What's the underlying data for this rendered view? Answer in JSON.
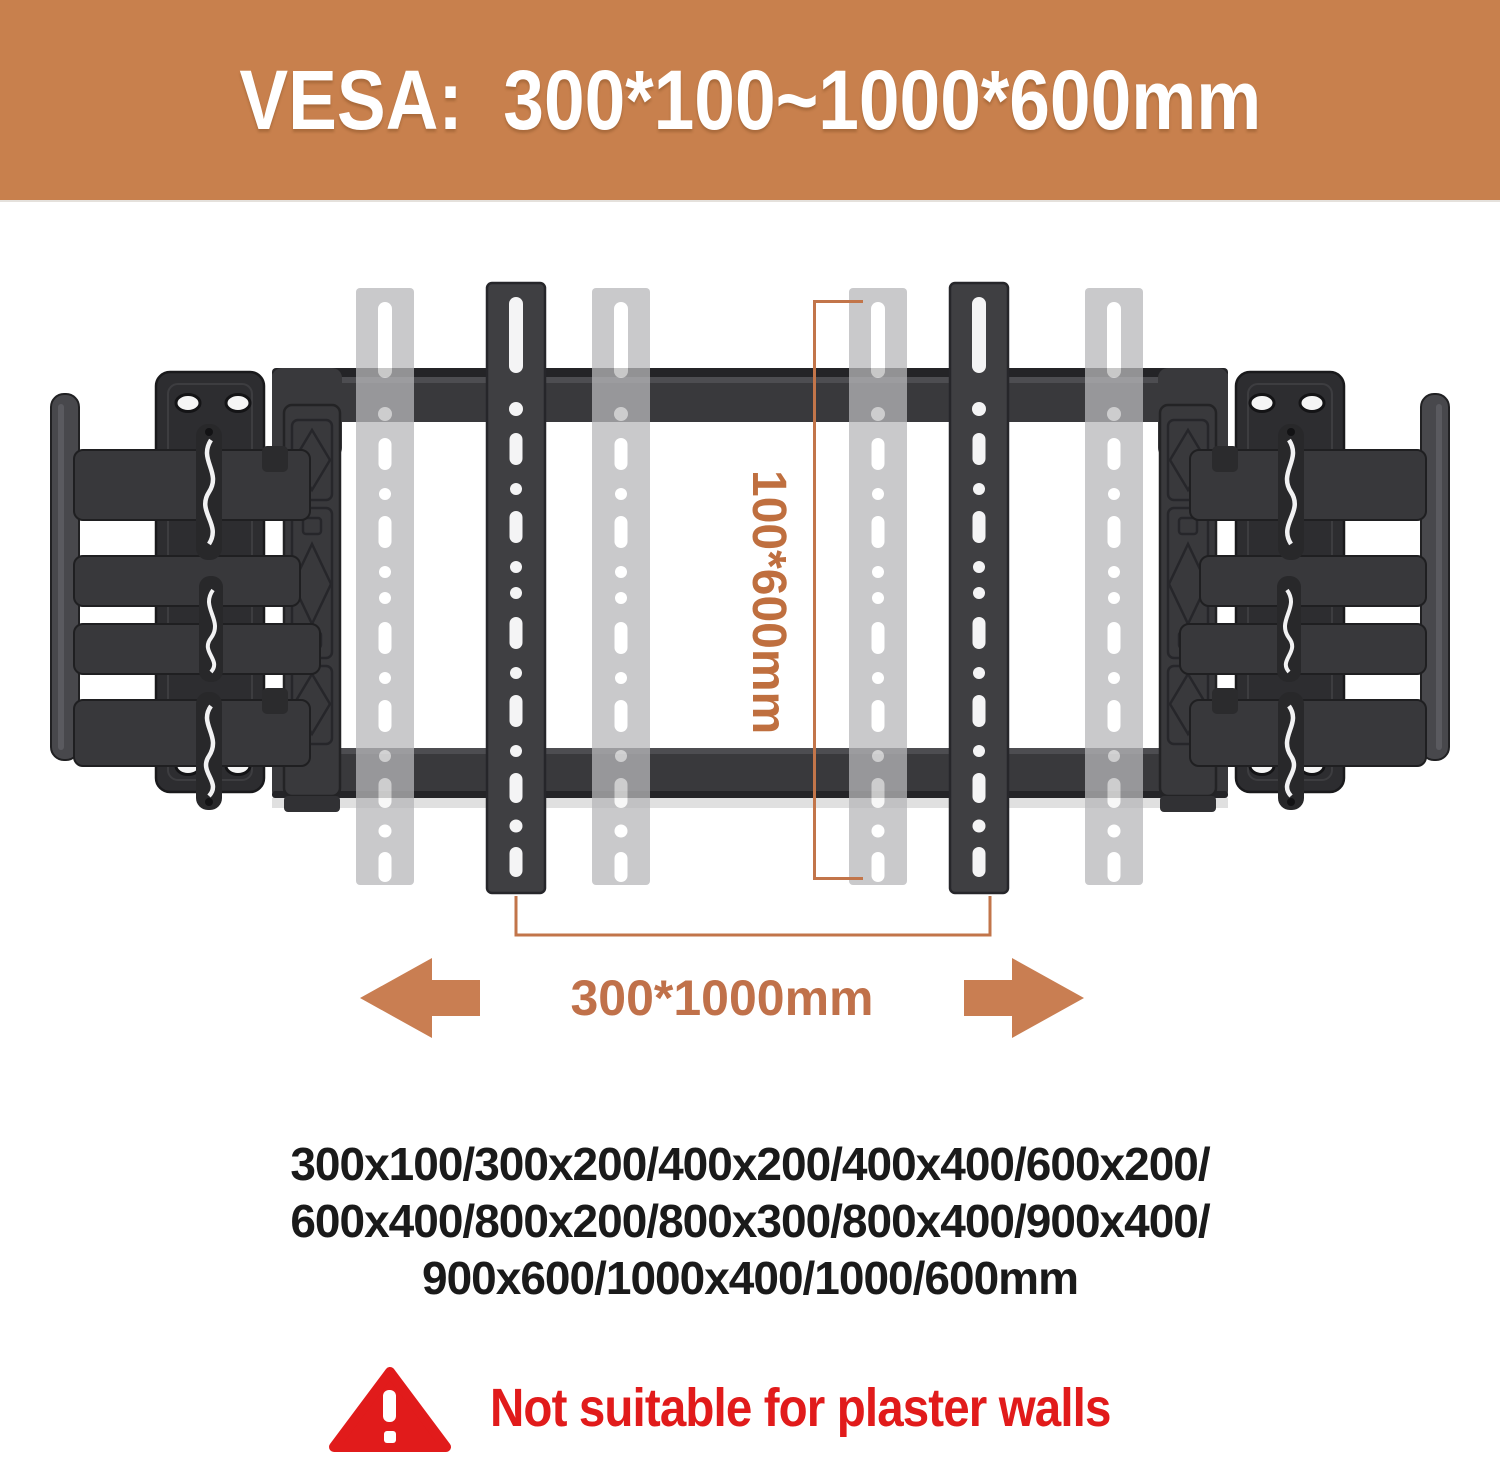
{
  "banner": {
    "title": "VESA:  300*100~1000*600mm",
    "bg_color": "#C8804D",
    "text_color": "#FFFFFF"
  },
  "diagram": {
    "vertical_dimension": "100*600mm",
    "horizontal_dimension": "300*1000mm",
    "annotation_color": "#C2754A",
    "arrow_color": "#C97E52",
    "metal_color": "#3A3A3D",
    "ghost_rail_color": "#C9C9CB",
    "left_arrow_icon": "left-block-arrow",
    "right_arrow_icon": "right-block-arrow"
  },
  "vesa_sizes": {
    "lines": [
      "300x100/300x200/400x200/400x400/600x200/",
      "600x400/800x200/800x300/800x400/900x400/",
      "900x600/1000x400/1000/600mm"
    ],
    "text_color": "#1A1A1A"
  },
  "warning": {
    "text": "Not suitable for plaster walls",
    "color": "#E11B1B",
    "icon": "warning-triangle"
  }
}
